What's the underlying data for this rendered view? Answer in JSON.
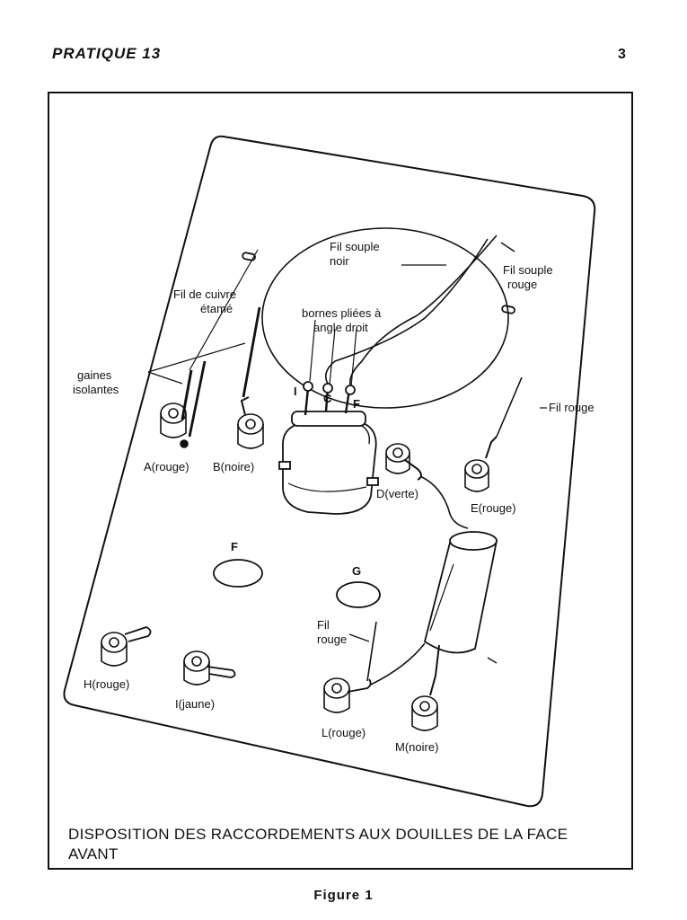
{
  "header": {
    "title": "PRATIQUE 13",
    "page_number": "3"
  },
  "figure": {
    "caption": "DISPOSITION DES RACCORDEMENTS AUX DOUILLES DE LA FACE AVANT",
    "label": "Figure 1",
    "labels": {
      "fil_souple_noir_1": "Fil souple",
      "fil_souple_noir_2": "noir",
      "fil_souple_rouge_1": "Fil souple",
      "fil_souple_rouge_2": "rouge",
      "fil_cuivre_1": "Fil de cuivre",
      "fil_cuivre_2": "étamé",
      "bornes_1": "bornes pliées à",
      "bornes_2": "angle droit",
      "gaines_1": "gaines",
      "gaines_2": "isolantes",
      "fil_rouge_right": "Fil rouge",
      "fil_rouge_low_1": "Fil",
      "fil_rouge_low_2": "rouge",
      "term_i": "I",
      "term_c": "C",
      "term_f": "F",
      "hole_f": "F",
      "hole_g": "G",
      "a": "A(rouge)",
      "b": "B(noire)",
      "d": "D(verte)",
      "e": "E(rouge)",
      "h": "H(rouge)",
      "i": "I(jaune)",
      "l": "L(rouge)",
      "m": "M(noire)"
    }
  }
}
